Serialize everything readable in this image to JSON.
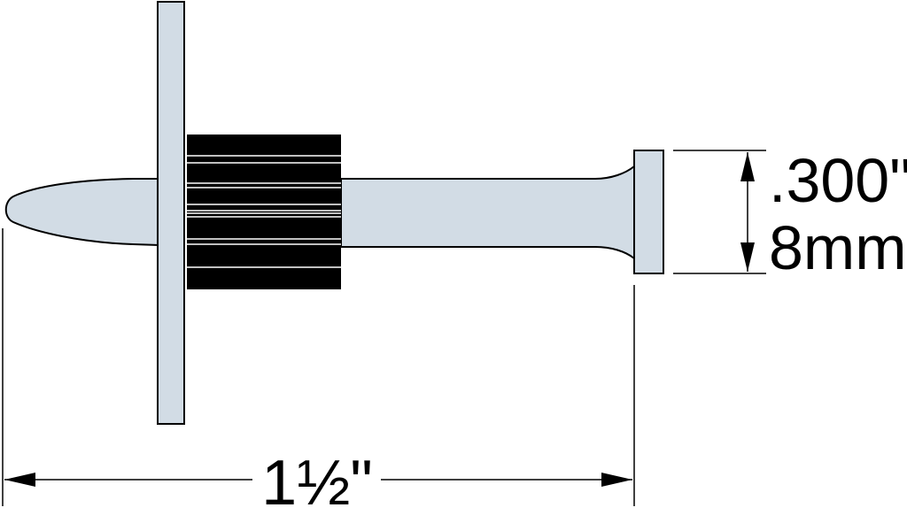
{
  "colors": {
    "pin": "#d2dce5",
    "washer": "#d2dce5",
    "fluted_collar": "#000000",
    "outline": "#000000",
    "dimension_lines": "#000000"
  },
  "dimensions": {
    "head_diameter_in": ".300\"",
    "head_diameter_mm": "8mm",
    "length_label": "1½\""
  }
}
